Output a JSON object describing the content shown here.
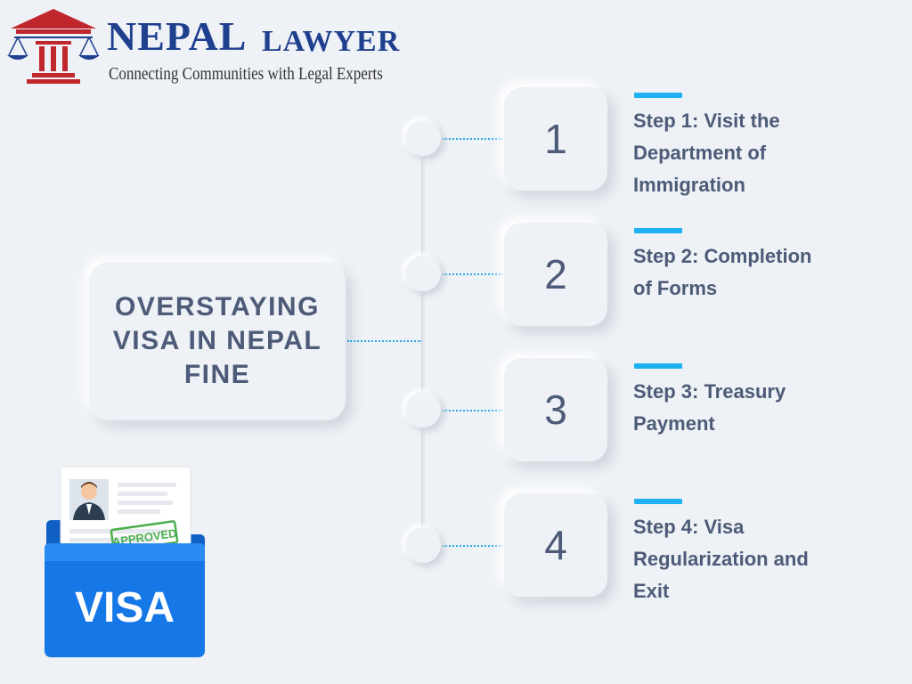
{
  "brand": {
    "name_part1": "NEPAL",
    "name_part2": "LAWYER",
    "tagline": "Connecting Communities with Legal Experts"
  },
  "title": "OVERSTAYING VISA IN NEPAL FINE",
  "steps": [
    {
      "number": "1",
      "label": "Step 1: Visit the Department of Immigration"
    },
    {
      "number": "2",
      "label": "Step 2: Completion of Forms"
    },
    {
      "number": "3",
      "label": "Step 3: Treasury Payment"
    },
    {
      "number": "4",
      "label": "Step 4: Visa Regularization and Exit"
    }
  ],
  "illustration": {
    "stamp_text": "APPROVED",
    "folder_text": "VISA"
  },
  "colors": {
    "brand_blue": "#1f3f8f",
    "brand_red": "#c0272d",
    "text_slate": "#4d5b78",
    "accent_cyan": "#1fb2f2",
    "folder_blue": "#1677e6",
    "stamp_green": "#4caf50",
    "background": "#eef1f5"
  }
}
